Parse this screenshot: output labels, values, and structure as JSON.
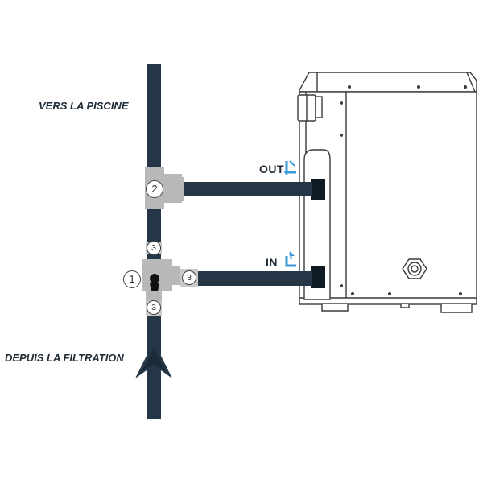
{
  "labels": {
    "to_pool": "VERS LA PISCINE",
    "from_filtration": "DEPUIS LA FILTRATION",
    "out_port": "OUT",
    "in_port": "IN"
  },
  "markers": {
    "tee_outlet": "2",
    "bypass_valve": "1",
    "valve_top": "3",
    "valve_bottom": "3",
    "valve_side": "3"
  },
  "colors": {
    "pipe": "#253746",
    "fitting": "#b8b8b8",
    "unit_outline": "#3a3a3a",
    "port_icon": "#3a9ad9"
  },
  "icons": {
    "flow_arrow": "up-arrow-icon",
    "out_port_icon": "out-arrow-icon",
    "in_port_icon": "in-arrow-icon",
    "drain_nut": "nut-icon"
  }
}
